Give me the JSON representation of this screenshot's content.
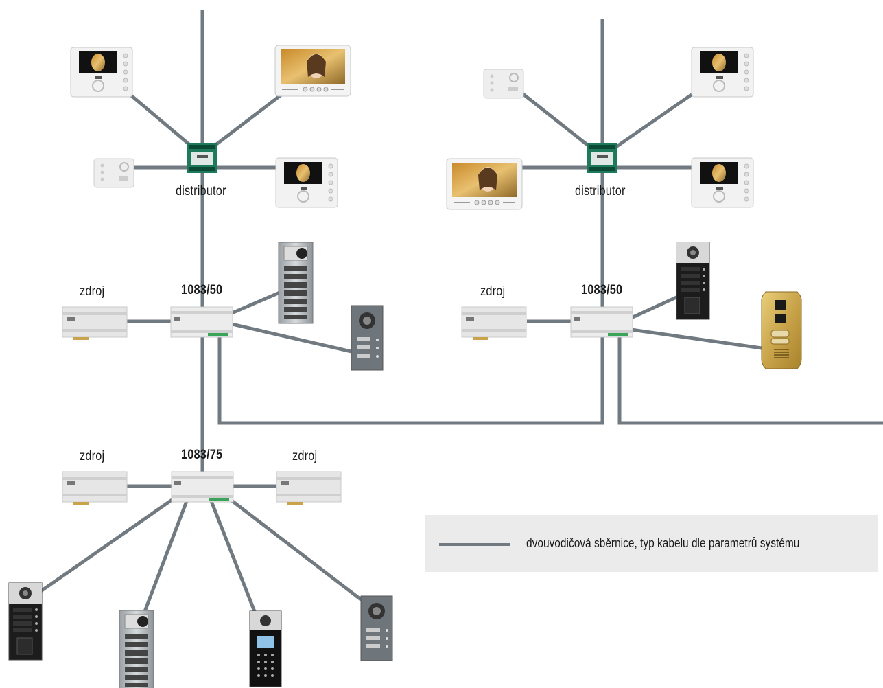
{
  "labels": {
    "distributor_left": "distributor",
    "distributor_right": "distributor",
    "zdroj_left": "zdroj",
    "zdroj_right": "zdroj",
    "zdroj_bottom_left": "zdroj",
    "zdroj_bottom_right": "zdroj",
    "unit_left": "1083/50",
    "unit_right": "1083/50",
    "unit_bottom": "1083/75"
  },
  "legend": {
    "text": "dvouvodičová sběrnice, typ kabelu dle parametrů systému"
  },
  "colors": {
    "bus_line": "#707a80",
    "legend_bg": "#ebebeb",
    "module": "#e6e6e6",
    "distributor": "#1e7a5a",
    "brass_panel": "#c9a44a"
  }
}
